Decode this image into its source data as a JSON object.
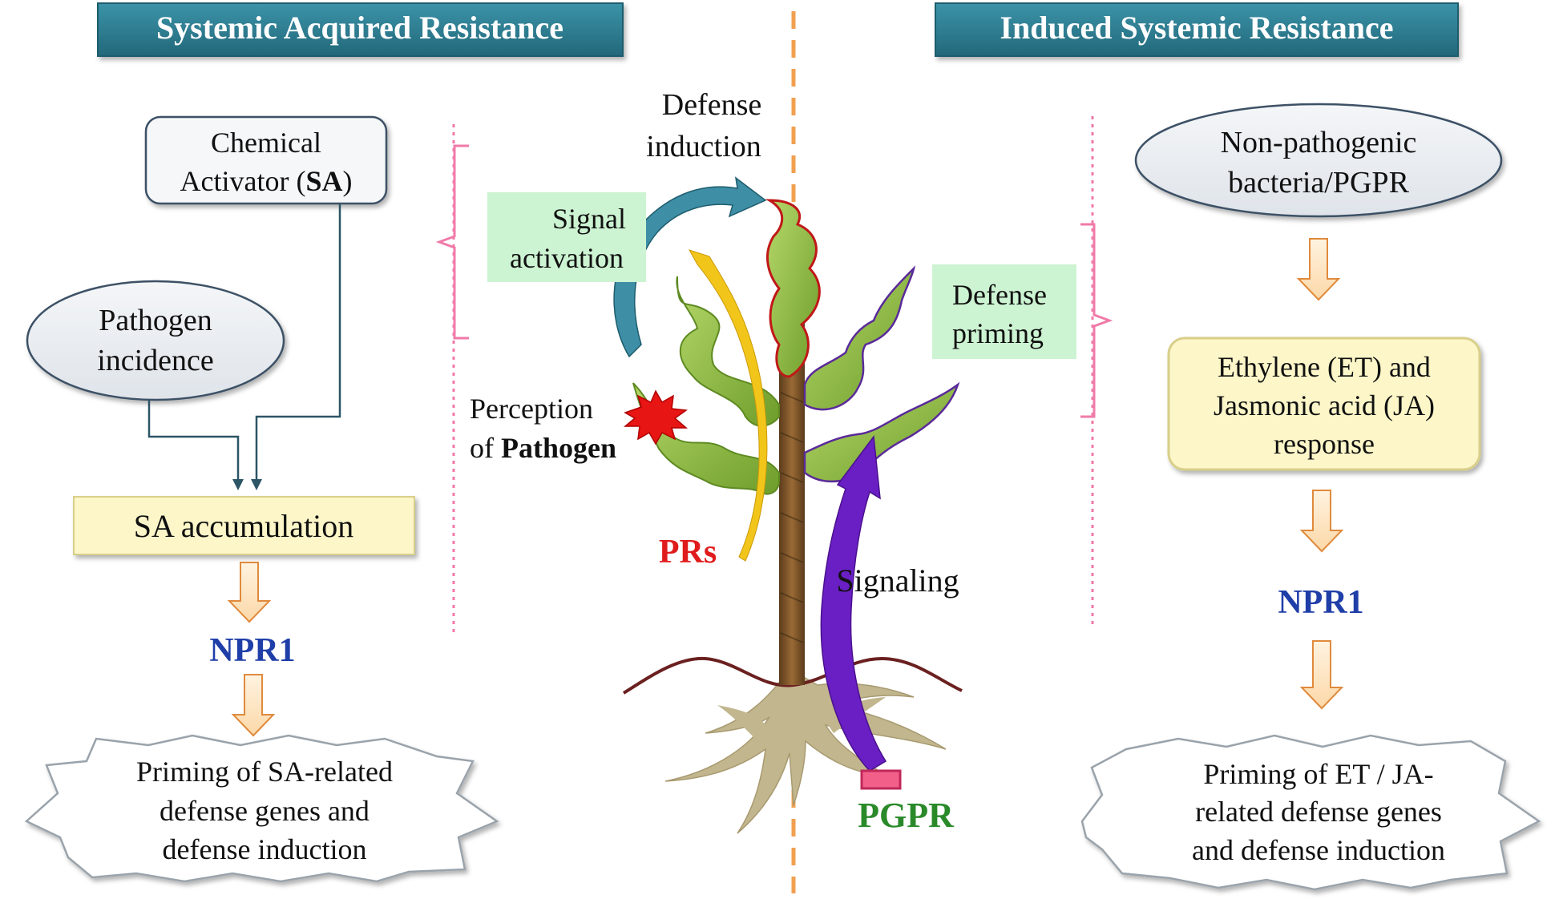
{
  "sar": {
    "header": "Systemic Acquired Resistance",
    "chemical_line1": "Chemical",
    "chemical_line2_pre": "Activator (",
    "chemical_line2_bold": "SA",
    "chemical_line2_post": ")",
    "pathogen_line1": "Pathogen",
    "pathogen_line2": "incidence",
    "accumulation": "SA accumulation",
    "npr1": "NPR1",
    "priming_line1": "Priming of SA-related",
    "priming_line2": "defense genes and",
    "priming_line3": "defense induction"
  },
  "isr": {
    "header": "Induced Systemic Resistance",
    "bacteria_line1": "Non-pathogenic",
    "bacteria_line2": "bacteria/PGPR",
    "response_line1": "Ethylene (ET) and",
    "response_line2": "Jasmonic acid (JA)",
    "response_line3": "response",
    "npr1": "NPR1",
    "priming_line1": "Priming of ET / JA-",
    "priming_line2": "related defense genes",
    "priming_line3": "and defense induction"
  },
  "plant": {
    "defense_induction_line1": "Defense",
    "defense_induction_line2": "induction",
    "signal_activation_line1": "Signal",
    "signal_activation_line2": "activation",
    "defense_priming_line1": "Defense",
    "defense_priming_line2": "priming",
    "perception_line1": "Perception",
    "perception_line2_pre": "of ",
    "perception_line2_bold": "Pathogen",
    "prs": "PRs",
    "signaling": "Signaling",
    "pgpr": "PGPR"
  },
  "colors": {
    "header_fill": "#2f7f94",
    "header_text": "#ffffff",
    "npr1": "#1f3ea8",
    "prs": "#e01b1b",
    "pgpr": "#2a8a2a",
    "leaf": "#8fbf3a",
    "divider": "#f0a050",
    "bracket": "#f07aa8"
  }
}
